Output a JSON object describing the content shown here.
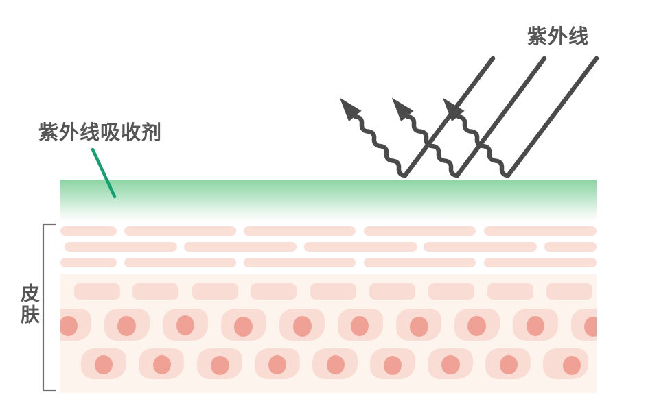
{
  "diagram": {
    "labels": {
      "uv_rays": "紫外线",
      "uv_absorber": "紫外线吸收剂",
      "skin": "皮肤"
    },
    "colors": {
      "ray_dark_gray": "#4a4a4a",
      "text_gray": "#555555",
      "absorber_green_top": "#8cd4a3",
      "pointer_green": "#12a170",
      "stratum_bar_pink": "#fadfd7",
      "skin_block_background": "#fdf4ed",
      "cell_pink": "#f9dcd3",
      "nucleus_pink": "#efa195",
      "bracket_gray": "#6e6e6e"
    },
    "counts": {
      "incoming_rays": 3,
      "reflected_rays": 3
    }
  }
}
